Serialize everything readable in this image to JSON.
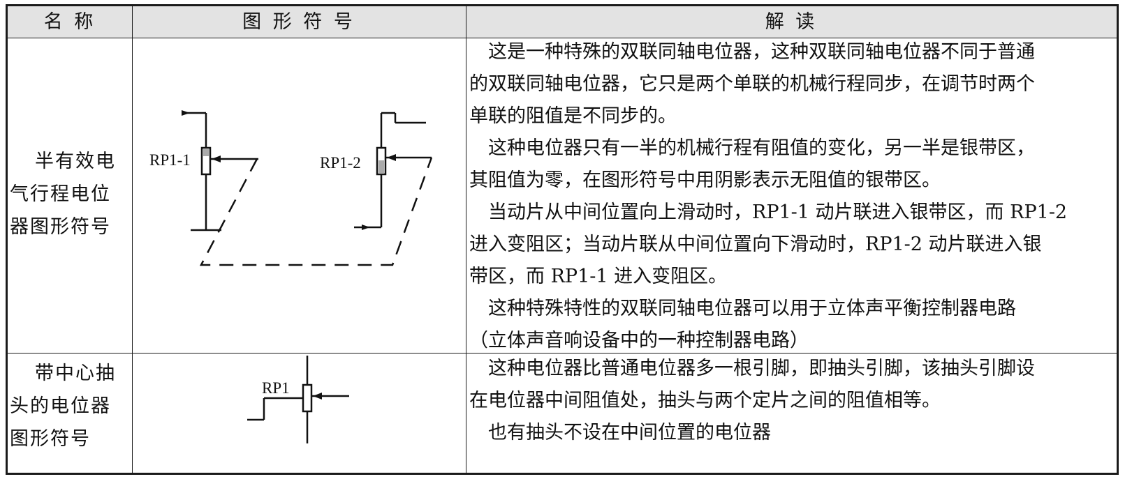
{
  "header": {
    "col1": "名 称",
    "col2": "图 形 符 号",
    "col3": "解    读"
  },
  "rows": [
    {
      "name_lines": [
        "半有效电",
        "气行程电位",
        "器图形符号"
      ],
      "symbol_labels": {
        "left": "RP1-1",
        "right": "RP1-2"
      },
      "paragraphs": [
        [
          "　这是一种特殊的双联同轴电位器，这种双联同轴电位器不同于普通",
          "的双联同轴电位器，它只是两个单联的机械行程同步，在调节时两个",
          "单联的阻值是不同步的。"
        ],
        [
          "　这种电位器只有一半的机械行程有阻值的变化，另一半是银带区，",
          "其阻值为零，在图形符号中用阴影表示无阻值的银带区。"
        ],
        [
          "　当动片从中间位置向上滑动时，RP1-1 动片联进入银带区，而 RP1-2",
          "进入变阻区；当动片联从中间位置向下滑动时，RP1-2 动片联进入银",
          "带区，而 RP1-1 进入变阻区。"
        ],
        [
          "　这种特殊特性的双联同轴电位器可以用于立体声平衡控制器电路",
          "（立体声音响设备中的一种控制器电路）"
        ]
      ]
    },
    {
      "name_lines": [
        "带中心抽",
        "头的电位器",
        "图形符号"
      ],
      "symbol_labels": {
        "main": "RP1"
      },
      "paragraphs": [
        [
          "　这种电位器比普通电位器多一根引脚，即抽头引脚，该抽头引脚设",
          "在电位器中间阻值处，抽头与两个定片之间的阻值相等。"
        ],
        [
          "　也有抽头不设在中间位置的电位器"
        ]
      ]
    }
  ]
}
